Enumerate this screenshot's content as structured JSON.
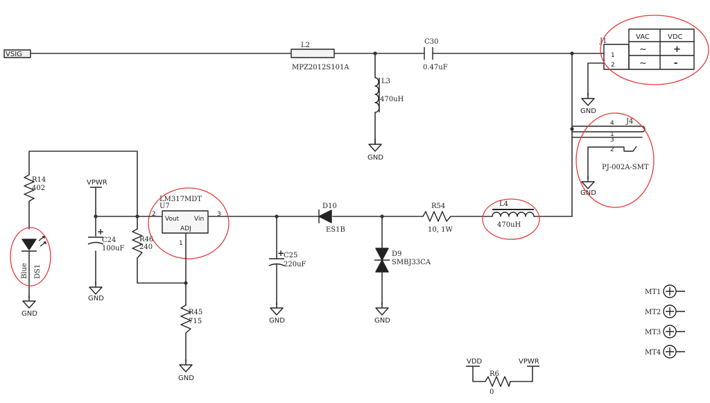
{
  "net_labels": {
    "vsig": "VSIG",
    "vpwr": "VPWR",
    "vdd": "VDD",
    "vpwr_r6": "VPWR",
    "gnd": "GND"
  },
  "inductors": {
    "l2": {
      "ref": "L2",
      "value": "MPZ2012S101A"
    },
    "l3": {
      "ref": "L3",
      "value": "470uH"
    },
    "l4": {
      "ref": "L4",
      "value": "470uH"
    }
  },
  "capacitors": {
    "c30": {
      "ref": "C30",
      "value": "0.47uF"
    },
    "c24": {
      "ref": "C24",
      "value": "100uF"
    },
    "c25": {
      "ref": "C25",
      "value": "220uF"
    }
  },
  "resistors": {
    "r14": {
      "ref": "R14",
      "value": "402"
    },
    "r46": {
      "ref": "R46",
      "value": "240"
    },
    "r45": {
      "ref": "R45",
      "value": "715"
    },
    "r54": {
      "ref": "R54",
      "value": "10, 1W"
    },
    "r6": {
      "ref": "R6",
      "value": "0"
    }
  },
  "diodes": {
    "d10": {
      "ref": "D10",
      "value": "ES1B"
    },
    "d9": {
      "ref": "D9",
      "value": "SMBJ33CA"
    },
    "ds1": {
      "ref": "DS1",
      "value": "Blue"
    }
  },
  "regulator": {
    "part": "LM317MDT",
    "ref": "U7",
    "pin_vout": "Vout",
    "pin_vin": "Vin",
    "pin_adj": "ADJ",
    "pin_num_vout": "2",
    "pin_num_vin": "3",
    "pin_num_adj": "1"
  },
  "j1": {
    "ref": "J1",
    "pin1": "1",
    "pin2": "2",
    "headers": [
      "VAC",
      "VDC"
    ],
    "row1": [
      "~",
      "+"
    ],
    "row2": [
      "~",
      "-"
    ]
  },
  "j4": {
    "ref": "J4",
    "part": "PJ-002A-SMT",
    "pin4": "4",
    "pin1": "1",
    "pin3": "3",
    "pin2": "2"
  },
  "mounting_holes": [
    "MT1",
    "MT2",
    "MT3",
    "MT4"
  ],
  "colors": {
    "highlight_ring": "#e53935",
    "wire": "#333333"
  }
}
